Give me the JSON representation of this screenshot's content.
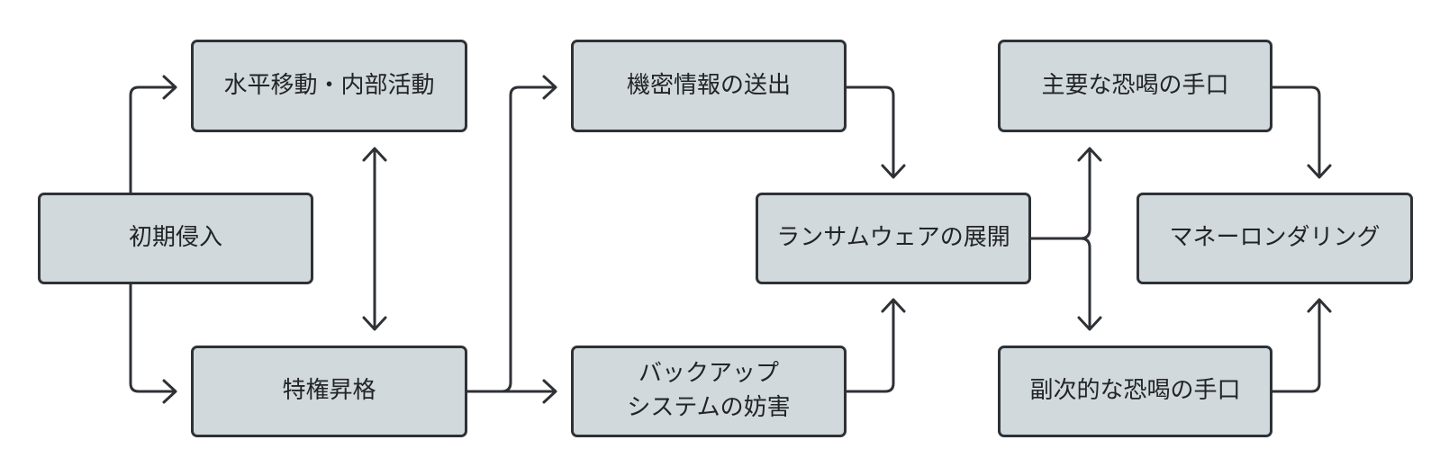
{
  "diagram": {
    "nodes": {
      "initial_access": "初期侵入",
      "lateral_movement": "水平移動・内部活動",
      "privilege_escalation": "特権昇格",
      "data_exfiltration": "機密情報の送出",
      "backup_obstruction": "バックアップ\nシステムの妨害",
      "ransomware_deployment": "ランサムウェアの展開",
      "primary_extortion": "主要な恐喝の手口",
      "secondary_extortion": "副次的な恐喝の手口",
      "money_laundering": "マネーロンダリング"
    },
    "edges": [
      {
        "from": "initial_access",
        "to": "lateral_movement"
      },
      {
        "from": "initial_access",
        "to": "privilege_escalation"
      },
      {
        "from": "lateral_movement",
        "to": "privilege_escalation",
        "bidirectional": true
      },
      {
        "from": "privilege_escalation",
        "to": "data_exfiltration"
      },
      {
        "from": "privilege_escalation",
        "to": "backup_obstruction"
      },
      {
        "from": "data_exfiltration",
        "to": "ransomware_deployment"
      },
      {
        "from": "backup_obstruction",
        "to": "ransomware_deployment"
      },
      {
        "from": "ransomware_deployment",
        "to": "primary_extortion"
      },
      {
        "from": "ransomware_deployment",
        "to": "secondary_extortion"
      },
      {
        "from": "primary_extortion",
        "to": "money_laundering"
      },
      {
        "from": "secondary_extortion",
        "to": "money_laundering"
      }
    ],
    "colors": {
      "node_fill": "#d1d9dd",
      "node_border": "#2e3135",
      "edge": "#2e3135",
      "text": "#222426"
    }
  }
}
